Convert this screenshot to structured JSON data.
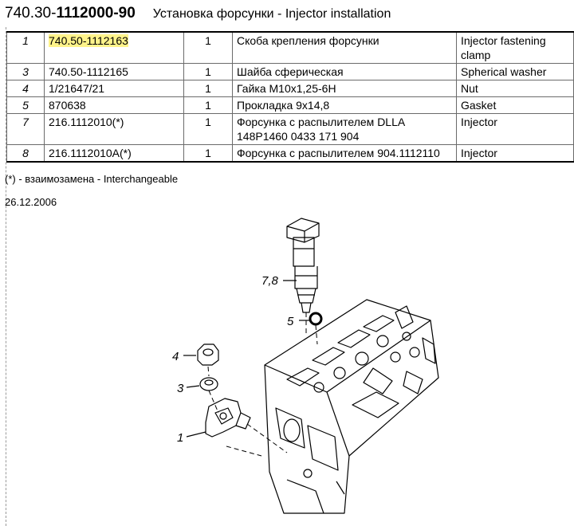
{
  "header": {
    "code_prefix": "740.30-",
    "code_bold": "1112000-90",
    "title": "Установка форсунки  -  Injector installation"
  },
  "table": {
    "rows": [
      {
        "pos": "1",
        "number": "740.50-1112163",
        "qty": "1",
        "name_ru": "Скоба крепления форсунки",
        "name_en": "Injector fastening clamp",
        "highlighted": true
      },
      {
        "pos": "3",
        "number": "740.50-1112165",
        "qty": "1",
        "name_ru": "Шайба сферическая",
        "name_en": "Spherical washer"
      },
      {
        "pos": "4",
        "number": "1/21647/21",
        "qty": "1",
        "name_ru": "Гайка М10х1,25-6Н",
        "name_en": "Nut"
      },
      {
        "pos": "5",
        "number": "870638",
        "qty": "1",
        "name_ru": "Прокладка 9х14,8",
        "name_en": "Gasket"
      },
      {
        "pos": "7",
        "number": "216.1112010(*)",
        "qty": "1",
        "name_ru": "Форсунка с распылителем DLLA",
        "name_ru_2": "148P1460  0433 171 904",
        "name_en": "Injector"
      },
      {
        "pos": "8",
        "number": "216.1112010А(*)",
        "qty": "1",
        "name_ru": "Форсунка с распылителем 904.1112110",
        "name_en": "Injector"
      }
    ]
  },
  "note": "(*) - взаимозамена - Interchangeable",
  "date": "26.12.2006",
  "drawing": {
    "callouts": [
      "7,8",
      "5",
      "4",
      "3",
      "1"
    ],
    "highlight_color": "#fff38a"
  }
}
